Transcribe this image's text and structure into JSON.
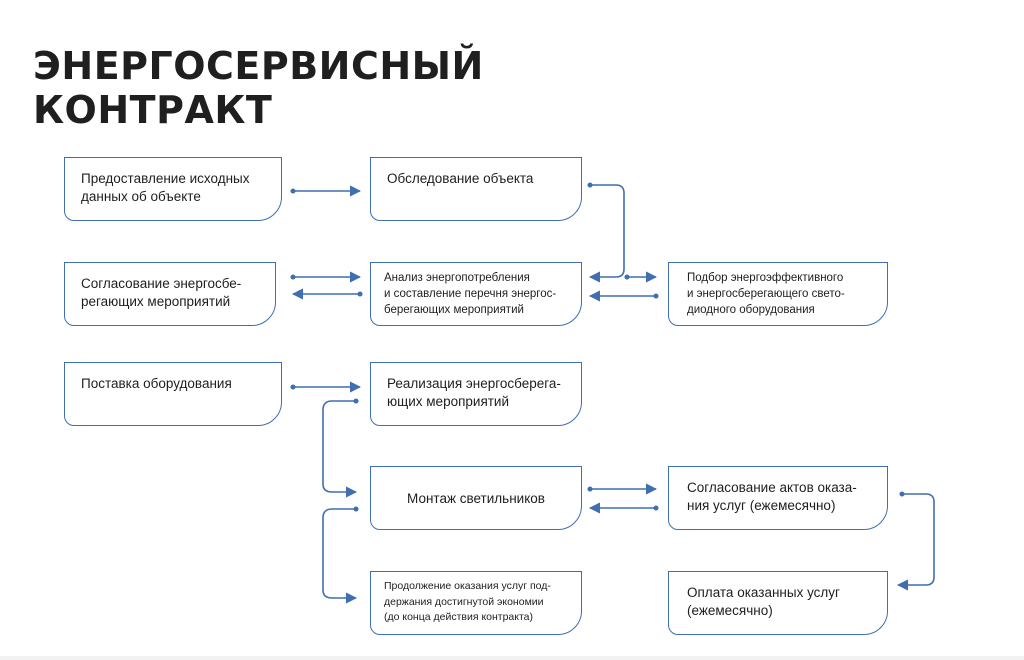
{
  "title": {
    "line1": "ЭНЕРГОСЕРВИСНЫЙ",
    "line2": "КОНТРАКТ"
  },
  "colors": {
    "arrow": "#3f6fb0",
    "border": "#3f6fb0",
    "text": "#1e1e1e"
  },
  "nodes": {
    "initial_data": "Предоставление исходных\nданных об объекте",
    "inspection": "Обследование объекта",
    "approval_measures": "Согласование энергосбе-\nрегающих мероприятий",
    "analysis": "Анализ энергопотребления\nи составление перечня энергос-\nберегающих мероприятий",
    "led_selection": "Подбор энергоэффективного\nи энергосберегающего свето-\nдиодного оборудования",
    "equipment_supply": "Поставка оборудования",
    "implementation": "Реализация энергосберега-\nющих мероприятий",
    "installation": "Монтаж  светильников",
    "service_acts": "Согласование актов оказа-\nния услуг (ежемесячно)",
    "continuation": "Продолжение оказания услуг под-\nдержания достигнутой экономии\n(до конца действия контракта)",
    "payment": "Оплата оказанных услуг\n(ежемесячно)"
  }
}
